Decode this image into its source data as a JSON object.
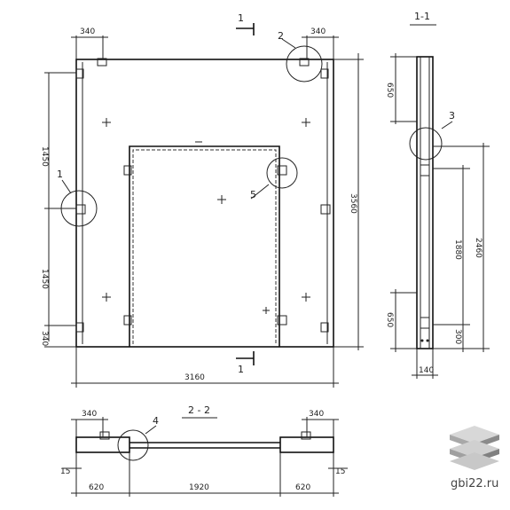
{
  "section_labels": {
    "sec11": "1-1",
    "sec22": "2 - 2",
    "cut1_top": "1",
    "cut1_bottom": "1"
  },
  "callouts": {
    "c1": "1",
    "c2": "2",
    "c3": "3",
    "c4": "4",
    "c5": "5"
  },
  "dims_front": {
    "top_left": "340",
    "top_right": "340",
    "left_upper": "1450",
    "left_lower": "1450",
    "left_bottom": "340",
    "right_total": "3560",
    "width_total": "3160"
  },
  "dims_section": {
    "top": "650",
    "bottom": "650",
    "h1": "1880",
    "h2": "2460",
    "h3": "300",
    "thick": "140"
  },
  "dims_plan": {
    "left_340": "340",
    "right_340": "340",
    "left_15": "15",
    "right_15": "15",
    "seg1": "620",
    "seg2": "1920",
    "seg3": "620"
  },
  "watermark": {
    "site": "gbi22.ru",
    "logo": "stacked-slabs-logo"
  }
}
